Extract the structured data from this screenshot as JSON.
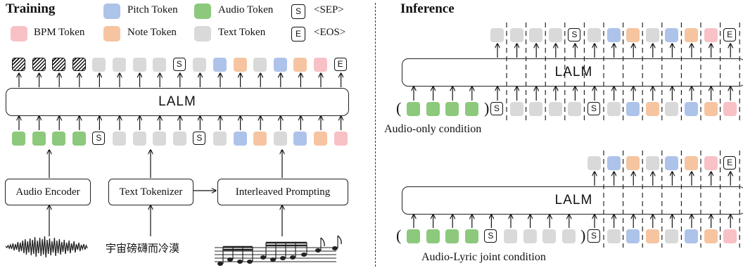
{
  "legend": {
    "pitch": "Pitch Token",
    "audio": "Audio Token",
    "bpm": "BPM Token",
    "note": "Note Token",
    "text": "Text Token",
    "sep_symbol": "S",
    "sep": "<SEP>",
    "eos_symbol": "E",
    "eos": "<EOS>"
  },
  "colors": {
    "audio": "#8cc97c",
    "pitch": "#aec3ea",
    "note": "#f6c4a0",
    "bpm": "#f8c1c6",
    "text": "#d9d9d9"
  },
  "training": {
    "title": "Training",
    "model": "LALM",
    "audio_encoder": "Audio Encoder",
    "text_tokenizer": "Text Tokenizer",
    "interleaved": "Interleaved Prompting",
    "lyric": "宇宙磅礴而冷漠"
  },
  "inference": {
    "title": "Inference",
    "model_top": "LALM",
    "model_bottom": "LALM",
    "caption_top": "Audio-only condition",
    "caption_bottom": "Audio-Lyric joint condition",
    "paren_open": "(",
    "paren_close": ")"
  },
  "icons": {
    "waveform": "audio-waveform-icon",
    "score": "music-score-icon",
    "hatched": "hatched-token-icon",
    "arrow": "arrow-up-icon"
  }
}
